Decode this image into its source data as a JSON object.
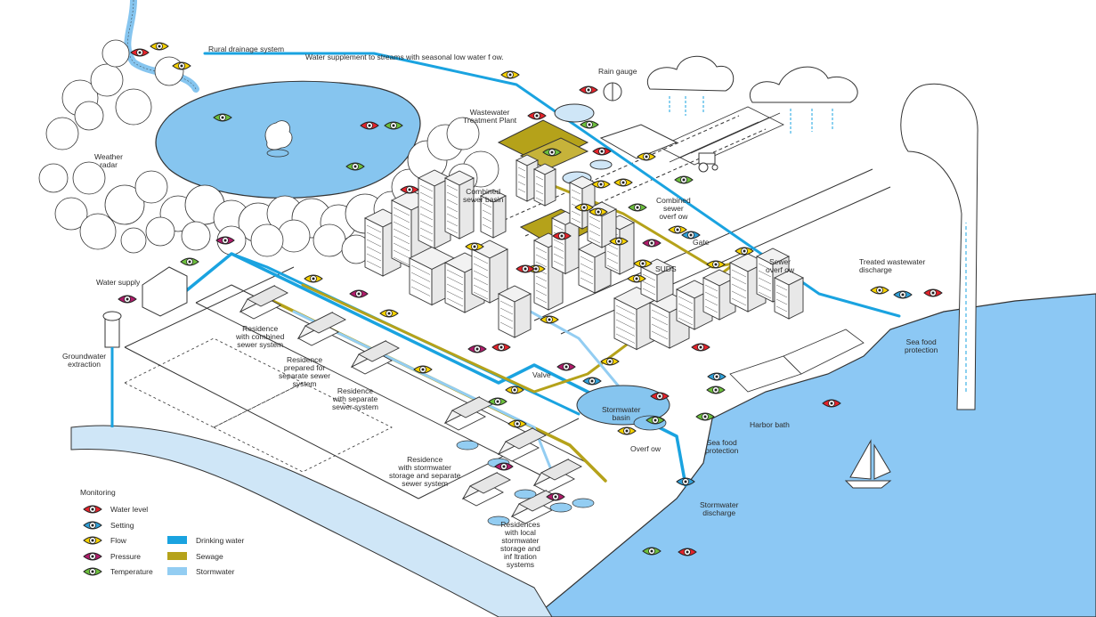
{
  "colors": {
    "water_level": "#e4232b",
    "setting": "#2f9fd7",
    "flow": "#f5d000",
    "pressure": "#b01c6b",
    "temperature": "#6cbf3c",
    "drinking_water": "#1aa3e0",
    "sewage": "#b5a21a",
    "stormwater": "#93cdf2",
    "sea": "#8cc8f4",
    "lake": "#86c5ef"
  },
  "labels": {
    "rural_drainage": "Rural drainage system",
    "water_supplement": "Water supplement to streams with seasonal low water f ow.",
    "rain_gauge": "Rain gauge",
    "wwtp_1": "Wastewater",
    "wwtp_2": "Treatment Plant",
    "weather_radar_1": "Weather",
    "weather_radar_2": "radar",
    "combined_basin_1": "Combined",
    "combined_basin_2": "sewer basin",
    "combined_overflow_1": "Combined",
    "combined_overflow_2": "sewer",
    "combined_overflow_3": "overf ow",
    "gate": "Gate",
    "suds": "SUDS",
    "sewer_overflow_1": "Sewer",
    "sewer_overflow_2": "overf ow",
    "treated_discharge_1": "Treated wastewater",
    "treated_discharge_2": "discharge",
    "water_supply": "Water supply",
    "groundwater_1": "Groundwater",
    "groundwater_2": "extraction",
    "res_combined_1": "Residence",
    "res_combined_2": "with combined",
    "res_combined_3": "sewer system",
    "res_prepared_1": "Residence",
    "res_prepared_2": "prepared for",
    "res_prepared_3": "separate sewer",
    "res_prepared_4": "system",
    "res_separate_1": "Residence",
    "res_separate_2": "with separate",
    "res_separate_3": "sewer system",
    "valve": "Valve",
    "stormwater_basin_1": "Stormwater",
    "stormwater_basin_2": "basin",
    "seafood_1a": "Sea food",
    "seafood_1b": "protection",
    "seafood_2a": "Sea food",
    "seafood_2b": "protection",
    "harbor_bath": "Harbor bath",
    "overflow": "Overf ow",
    "res_storage_1": "Residence",
    "res_storage_2": "with stormwater",
    "res_storage_3": "storage and separate",
    "res_storage_4": "sewer system",
    "res_local_1": "Residences",
    "res_local_2": "with local",
    "res_local_3": "stormwater",
    "res_local_4": "storage and",
    "res_local_5": "inf ltration",
    "res_local_6": "systems",
    "storm_discharge_1": "Stormwater",
    "storm_discharge_2": "discharge"
  },
  "legend": {
    "title": "Monitoring",
    "monitoring": [
      {
        "label": "Water level",
        "color": "#e4232b"
      },
      {
        "label": "Setting",
        "color": "#2f9fd7"
      },
      {
        "label": "Flow",
        "color": "#f5d000"
      },
      {
        "label": "Pressure",
        "color": "#b01c6b"
      },
      {
        "label": "Temperature",
        "color": "#6cbf3c"
      }
    ],
    "water_types": [
      {
        "label": "Drinking water",
        "color": "#1aa3e0"
      },
      {
        "label": "Sewage",
        "color": "#b5a21a"
      },
      {
        "label": "Stormwater",
        "color": "#93cdf2"
      }
    ]
  }
}
